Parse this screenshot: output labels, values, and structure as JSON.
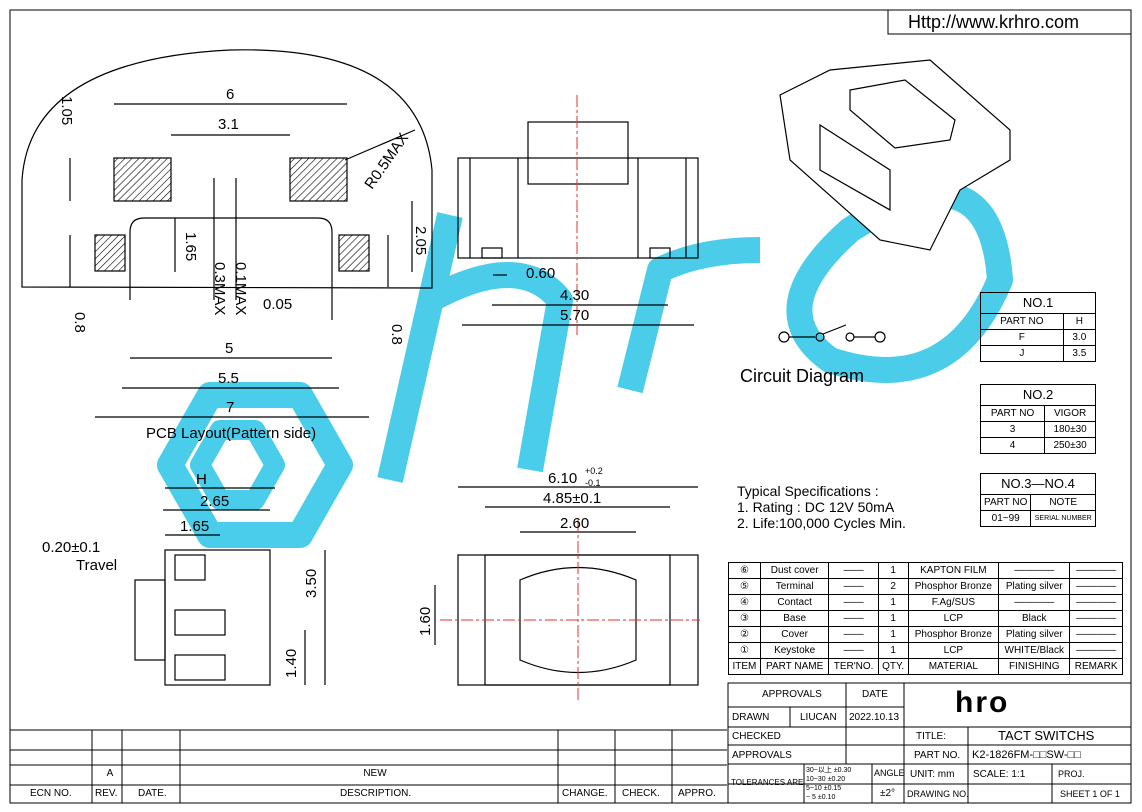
{
  "header": {
    "url": "Http://www.krhro.com"
  },
  "pcb": {
    "caption": "PCB Layout(Pattern side)",
    "dims": {
      "d6": "6",
      "d31": "3.1",
      "d105": "1.05",
      "d165": "1.65",
      "d03": "0.3MAX",
      "d01": "0.1MAX",
      "d005": "0.05",
      "d205": "2.05",
      "d08a": "0.8",
      "d08b": "0.8",
      "d5": "5",
      "d55": "5.5",
      "d7": "7",
      "r05": "R0.5MAX"
    }
  },
  "front": {
    "dims": {
      "d060": "0.60",
      "d430": "4.30",
      "d570": "5.70"
    }
  },
  "side": {
    "dims": {
      "h": "H",
      "d265": "2.65",
      "d165": "1.65",
      "d020": "0.20±0.1",
      "travel": "Travel",
      "d350": "3.50",
      "d140": "1.40"
    }
  },
  "top": {
    "dims": {
      "d610": "6.10",
      "d610tol_up": "+0.2",
      "d610tol_dn": "-0.1",
      "d485": "4.85±0.1",
      "d260": "2.60",
      "d160": "1.60"
    }
  },
  "circuit": {
    "label": "Circuit Diagram"
  },
  "specs": {
    "title": "Typical Specifications :",
    "line1": "1. Rating : DC 12V 50mA",
    "line2": "2. Life:100,000 Cycles Min."
  },
  "no1": {
    "title": "NO.1",
    "h1": "PART NO",
    "h2": "H",
    "rows": [
      [
        "F",
        "3.0"
      ],
      [
        "J",
        "3.5"
      ]
    ]
  },
  "no2": {
    "title": "NO.2",
    "h1": "PART NO",
    "h2": "VIGOR",
    "rows": [
      [
        "3",
        "180±30"
      ],
      [
        "4",
        "250±30"
      ]
    ]
  },
  "no34": {
    "title": "NO.3—NO.4",
    "h1": "PART NO",
    "h2": "NOTE",
    "rows": [
      [
        "01~99",
        "SERIAL NUMBER"
      ]
    ]
  },
  "bom": {
    "rows": [
      {
        "item": "⑥",
        "name": "Dust cover",
        "ter": "——",
        "qty": "1",
        "mat": "KAPTON FILM",
        "fin": "————",
        "rem": "————"
      },
      {
        "item": "⑤",
        "name": "Terminal",
        "ter": "——",
        "qty": "2",
        "mat": "Phosphor Bronze",
        "fin": "Plating silver",
        "rem": "————"
      },
      {
        "item": "④",
        "name": "Contact",
        "ter": "——",
        "qty": "1",
        "mat": "F.Ag/SUS",
        "fin": "————",
        "rem": "————"
      },
      {
        "item": "③",
        "name": "Base",
        "ter": "——",
        "qty": "1",
        "mat": "LCP",
        "fin": "Black",
        "rem": "————"
      },
      {
        "item": "②",
        "name": "Cover",
        "ter": "——",
        "qty": "1",
        "mat": "Phosphor Bronze",
        "fin": "Plating silver",
        "rem": "————"
      },
      {
        "item": "①",
        "name": "Keystoke",
        "ter": "——",
        "qty": "1",
        "mat": "LCP",
        "fin": "WHITE/Black",
        "rem": "————"
      }
    ],
    "header": {
      "item": "ITEM",
      "name": "PART NAME",
      "ter": "TER'NO.",
      "qty": "QTY.",
      "mat": "MATERIAL",
      "fin": "FINISHING",
      "rem": "REMARK"
    }
  },
  "titleblock": {
    "approvals": "APPROVALS",
    "date": "DATE",
    "drawn": "DRAWN",
    "drawn_by": "LIUCAN",
    "drawn_date": "2022.10.13",
    "checked": "CHECKED",
    "approvals2": "APPROVALS",
    "tol_label": "TOLERANCES ARE",
    "tol_rows": [
      [
        "30~以上",
        "±0.30"
      ],
      [
        "10~30",
        "±0.20"
      ],
      [
        "5~10",
        "±0.15"
      ],
      [
        "~ 5",
        "±0.10"
      ]
    ],
    "angle": "ANGLE",
    "angle_val": "±2°",
    "title_label": "TITLE:",
    "title": "TACT SWITCHS",
    "partno_label": "PART NO.",
    "partno": "K2-1826FM-□□SW-□□",
    "unit": "UNIT: mm",
    "scale": "SCALE:  1:1",
    "proj": "PROJ.",
    "drawing_no": "DRAWING NO.",
    "sheet": "SHEET  1 OF 1",
    "logo": "hro"
  },
  "revision": {
    "rev": "A",
    "desc": "NEW",
    "ecn": "ECN NO.",
    "revl": "REV.",
    "date": "DATE.",
    "descl": "DESCRIPTION.",
    "change": "CHANGE.",
    "check": "CHECK.",
    "appro": "APPRO."
  },
  "colors": {
    "watermark": "#37c8e8",
    "centerline": "#e8302a",
    "line": "#000000"
  }
}
